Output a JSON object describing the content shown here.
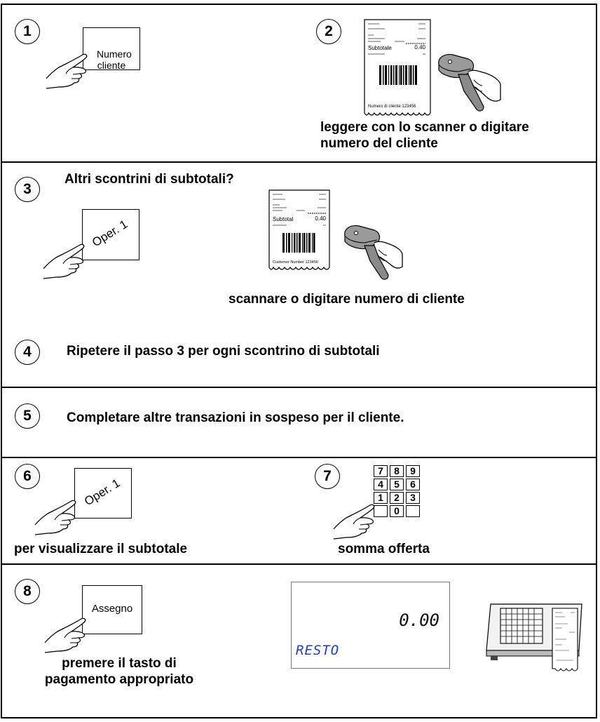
{
  "steps": [
    {
      "num": "1",
      "key_label": "Numero cliente"
    },
    {
      "num": "2",
      "caption": "leggere con lo scanner o digitare\nnumero del cliente"
    },
    {
      "num": "3",
      "title": "Altri scontrini di subtotali?",
      "key_label": "Oper. 1",
      "caption": "scannare o digitare numero di cliente"
    },
    {
      "num": "4",
      "text": "Ripetere il passo 3 per ogni scontrino di subtotali"
    },
    {
      "num": "5",
      "text": "Completare altre transazioni in sospeso per il cliente."
    },
    {
      "num": "6",
      "key_label": "Oper. 1",
      "caption": "per visualizzare il subtotale"
    },
    {
      "num": "7",
      "caption": "somma offerta",
      "keypad": [
        "7",
        "8",
        "9",
        "4",
        "5",
        "6",
        "1",
        "2",
        "3",
        "",
        "0",
        ""
      ]
    },
    {
      "num": "8",
      "key_label": "Assegno",
      "caption": "premere il tasto di\npagamento appropriato"
    }
  ],
  "receipt_top": {
    "footer": "Numero di cliente 123456",
    "subtotal_label": "Subtotale",
    "subtotal_value": "0.40"
  },
  "receipt_mid": {
    "footer": "Customer Number 123456",
    "subtotal_label": "Subtotal",
    "subtotal_value": "0.40"
  },
  "display": {
    "value": "0.00",
    "label": "RESTO"
  },
  "colors": {
    "lcd_label": "#1f3fbf"
  }
}
